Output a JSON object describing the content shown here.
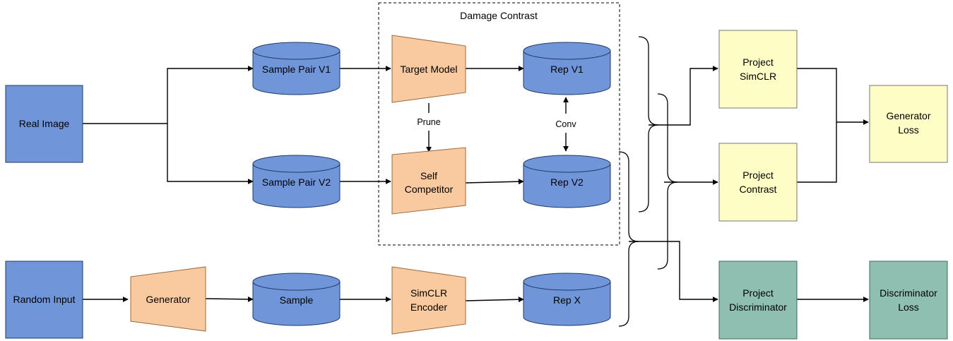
{
  "colors": {
    "blue_fill": "#7096d9",
    "blue_stroke": "#1f3a66",
    "orange_fill": "#f9c9a0",
    "orange_stroke": "#9c6a3e",
    "yellow_fill": "#fdfdc5",
    "yellow_stroke": "#777777",
    "teal_fill": "#8fbfb1",
    "teal_stroke": "#3d6b5e",
    "edge": "#000000"
  },
  "group": {
    "title": "Damage Contrast"
  },
  "nodes": {
    "real_image": "Real Image",
    "random_input": "Random Input",
    "sample_pair_v1": "Sample Pair V1",
    "sample_pair_v2": "Sample Pair V2",
    "sample": "Sample",
    "generator": "Generator",
    "target_model": "Target Model",
    "self_competitor": [
      "Self",
      "Competitor"
    ],
    "simclr_encoder": [
      "SimCLR",
      "Encoder"
    ],
    "rep_v1": "Rep V1",
    "rep_v2": "Rep V2",
    "rep_x": "Rep X",
    "project_simclr": [
      "Project",
      "SimCLR"
    ],
    "project_contrast": [
      "Project",
      "Contrast"
    ],
    "project_discriminator": [
      "Project",
      "Discriminator"
    ],
    "generator_loss": [
      "Generator",
      "Loss"
    ],
    "discriminator_loss": [
      "Discriminator",
      "Loss"
    ]
  },
  "edge_labels": {
    "prune": "Prune",
    "conv": "Conv"
  }
}
